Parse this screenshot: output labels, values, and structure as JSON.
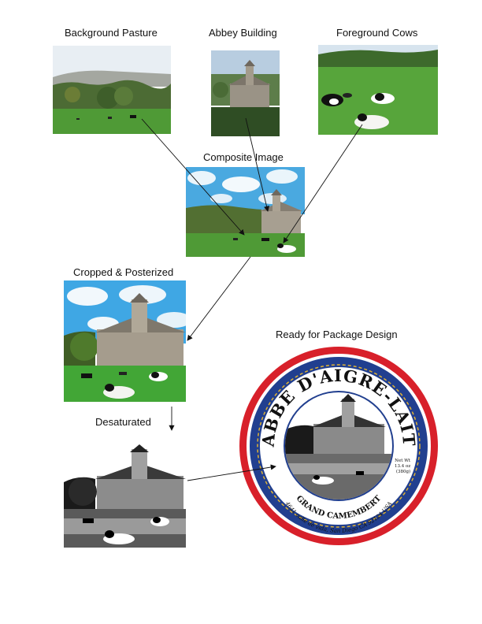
{
  "labels": {
    "background": "Background Pasture",
    "abbey": "Abbey Building",
    "cows": "Foreground Cows",
    "composite": "Composite Image",
    "cropped": "Cropped & Posterized",
    "desaturated": "Desaturated",
    "ready": "Ready for Package Design"
  },
  "label_text": {
    "brand": "ABBE D'AIGRE-LAIT",
    "product": "GRAND CAMEMBERT",
    "address": "4641 calle de vida, San Diego CA 92124 USA",
    "net_weight": [
      "Net Wt",
      "13.4 oz",
      "(380g)"
    ]
  },
  "colors": {
    "red_ring": "#d8202a",
    "blue_ring": "#213f8f",
    "gold": "#e0b334",
    "sky": "#4aa9e0",
    "grass": "#3f9a2e"
  }
}
